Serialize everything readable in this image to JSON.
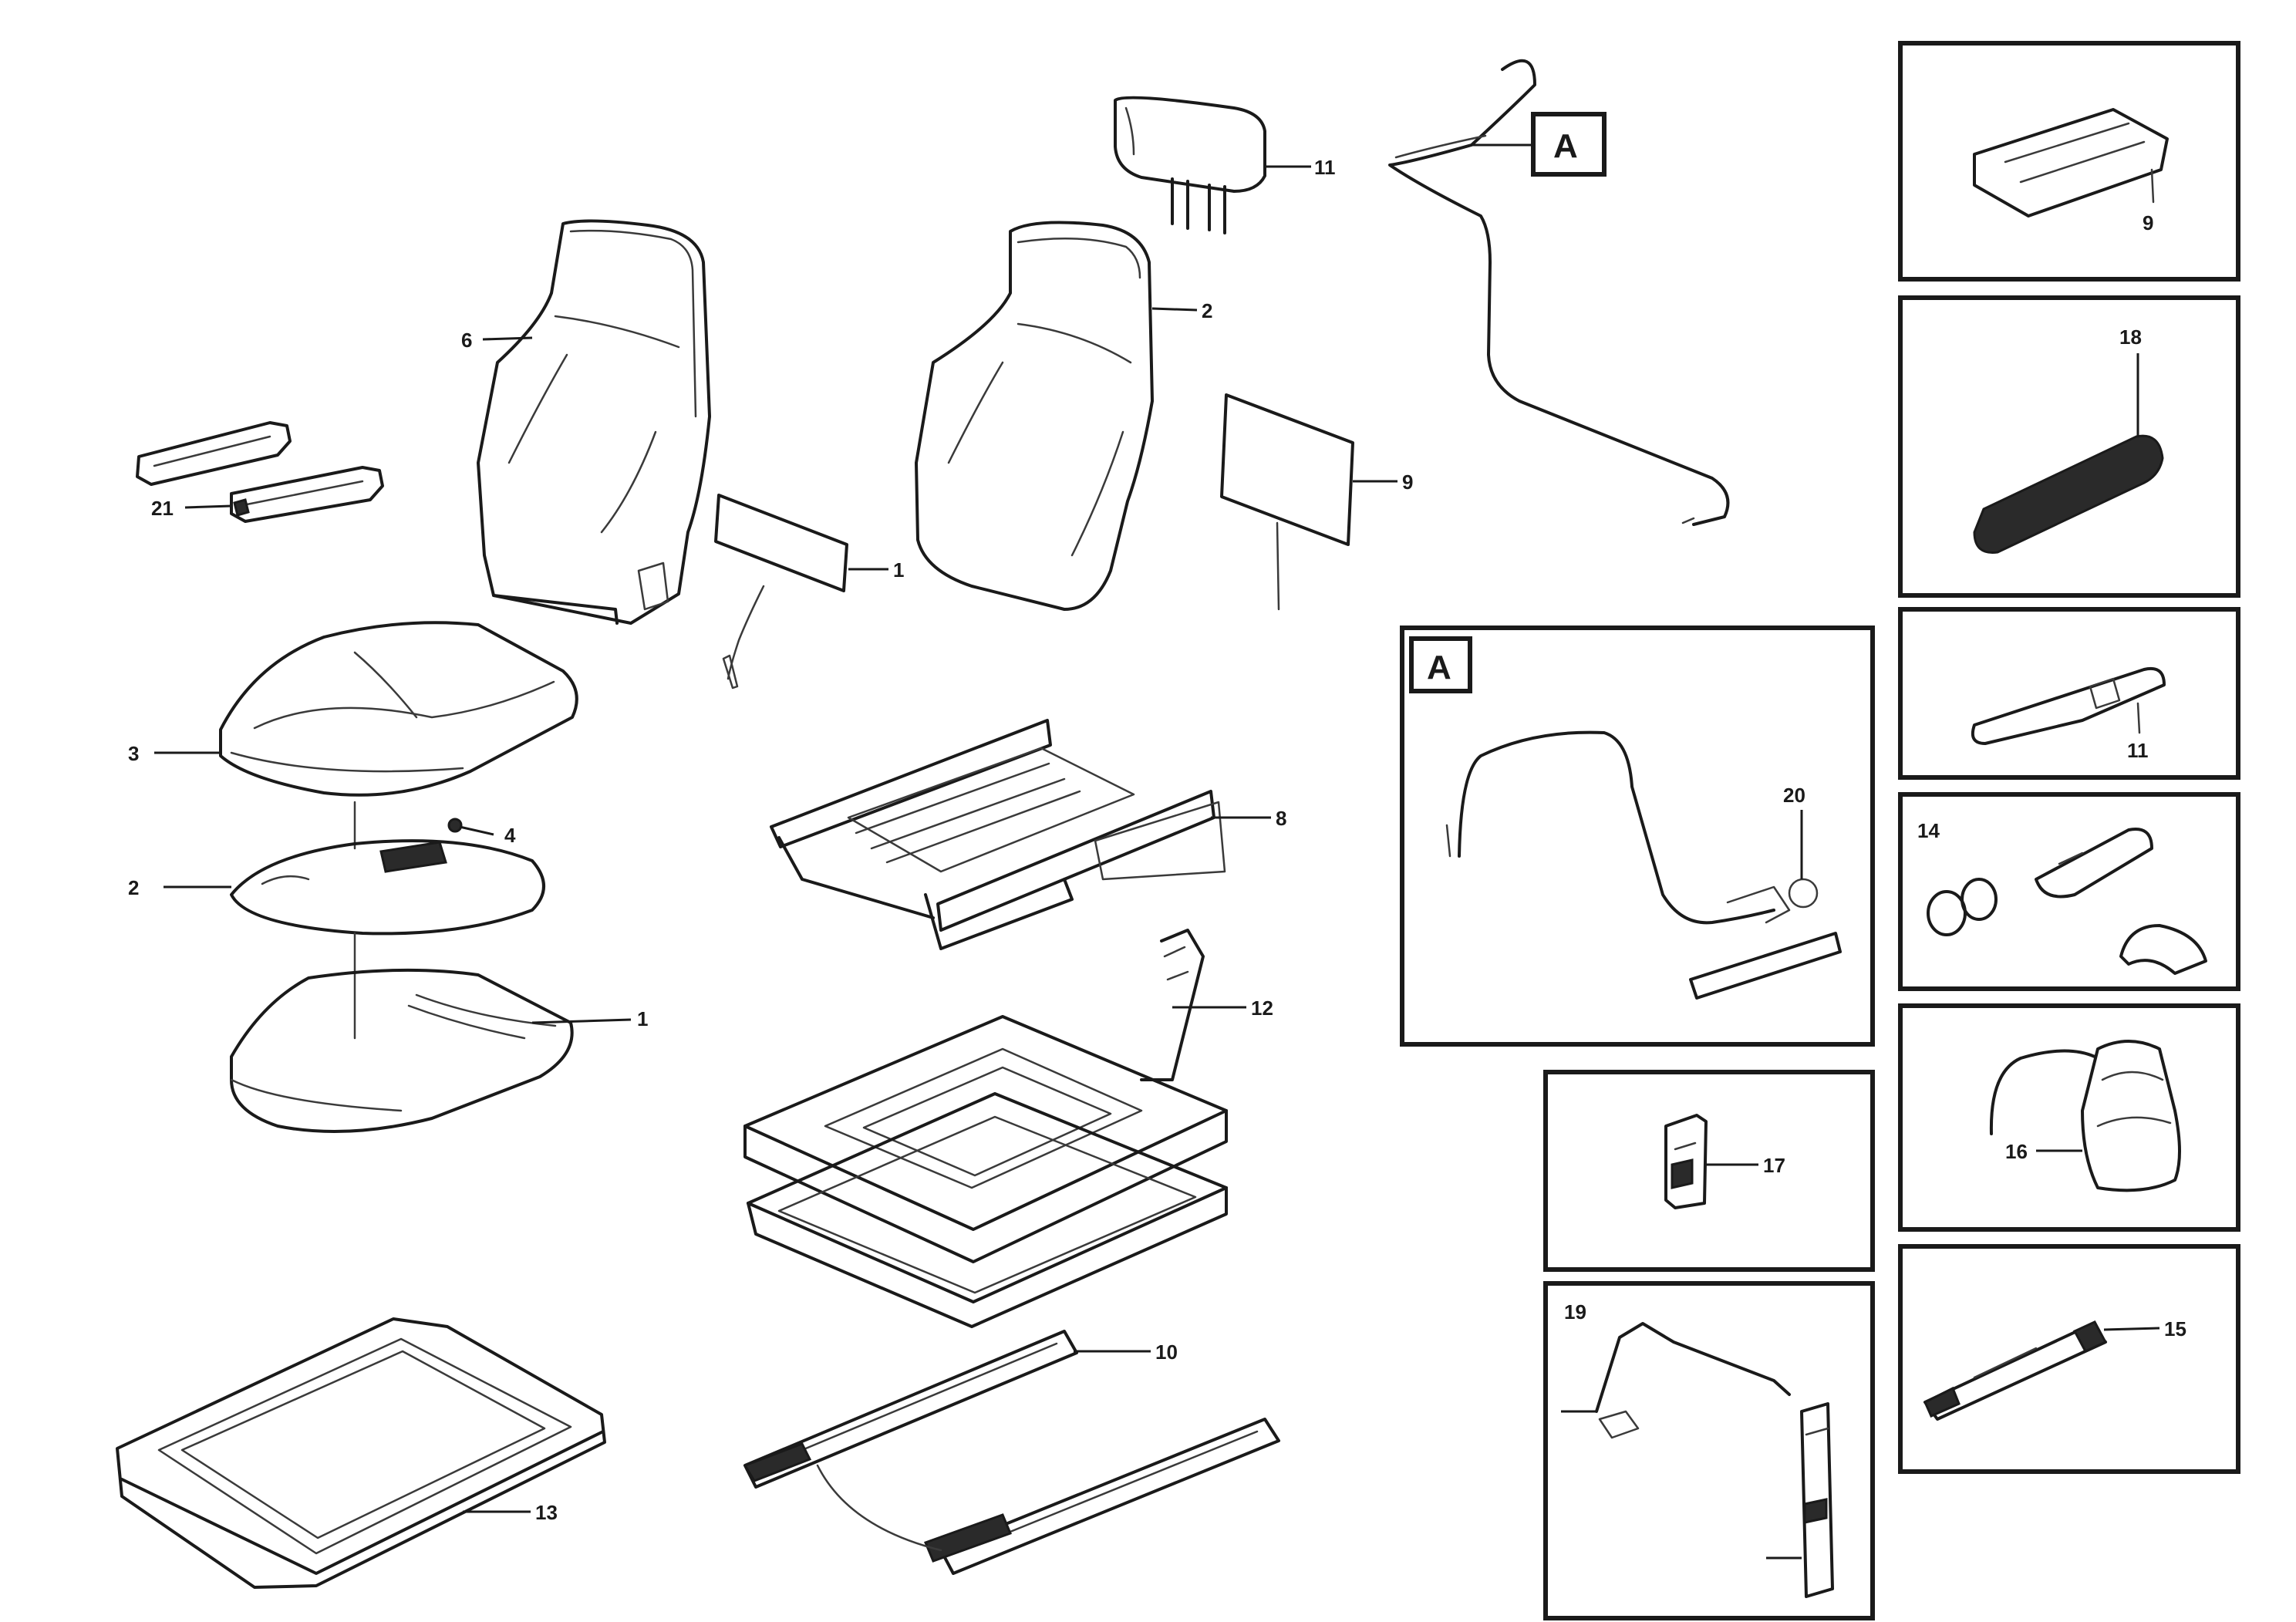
{
  "diagram": {
    "ref_box_label": "A",
    "callouts": {
      "backrest_left": "6",
      "backrest_right": "2",
      "headrest": "11",
      "label_small": "1",
      "panel_right": "9",
      "armrests": "21",
      "cushion_top": "3",
      "cushion_plate": "2",
      "cushion_plate_knob": "4",
      "cushion_bottom": "1",
      "slide_frame": "8",
      "suspension_lever": "12",
      "slide_rails": "10",
      "base_tray": "13",
      "inset_a_part": "20",
      "panel1_part": "9",
      "panel2_part": "18",
      "panel3_part": "11",
      "panel4_part": "14",
      "panel5_part": "16",
      "panel6_part": "15",
      "inset_mid_part": "17",
      "inset_low_part": "19"
    },
    "footer": {
      "line1": "",
      "line2": "",
      "code": ""
    },
    "colors": {
      "line": "#1a1a1a",
      "background": "#ffffff"
    }
  }
}
